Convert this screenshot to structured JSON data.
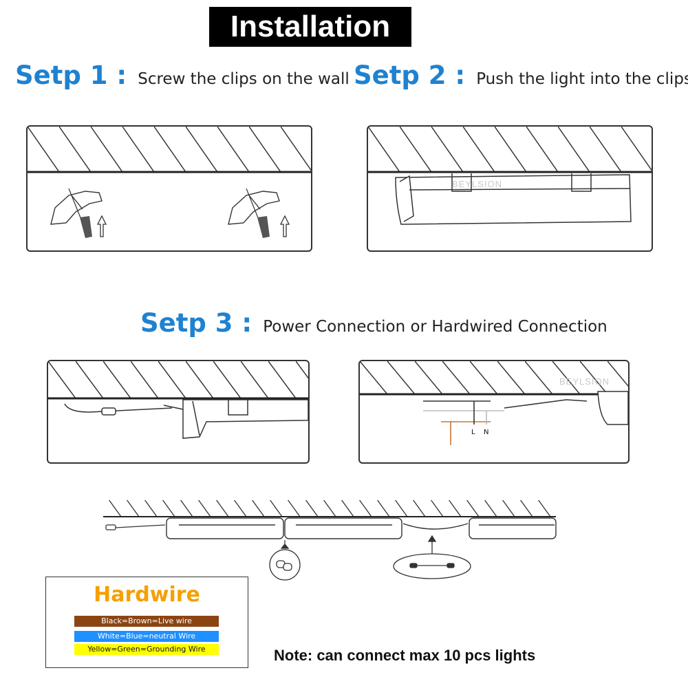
{
  "title": "Installation",
  "steps": [
    {
      "label": "Setp 1 :",
      "text": "Screw the clips on the wall"
    },
    {
      "label": "Setp 2 :",
      "text": "Push the light into the clips"
    },
    {
      "label": "Setp 3 :",
      "text": "Power Connection or Hardwired Connection"
    }
  ],
  "watermark": "BEYLSION",
  "wiring_labels": {
    "live": "L",
    "neutral": "N"
  },
  "hardwire": {
    "title": "Hardwire",
    "rows": [
      {
        "text": "Black=Brown=Live wire",
        "color": "#8b4513",
        "text_color": "#ffffff"
      },
      {
        "text": "White=Blue=neutral Wire",
        "color": "#1e90ff",
        "text_color": "#ffffff"
      },
      {
        "text": "Yellow=Green=Grounding Wire",
        "color": "#ffff00",
        "text_color": "#111111"
      }
    ]
  },
  "note": "Note: can connect max 10 pcs lights"
}
